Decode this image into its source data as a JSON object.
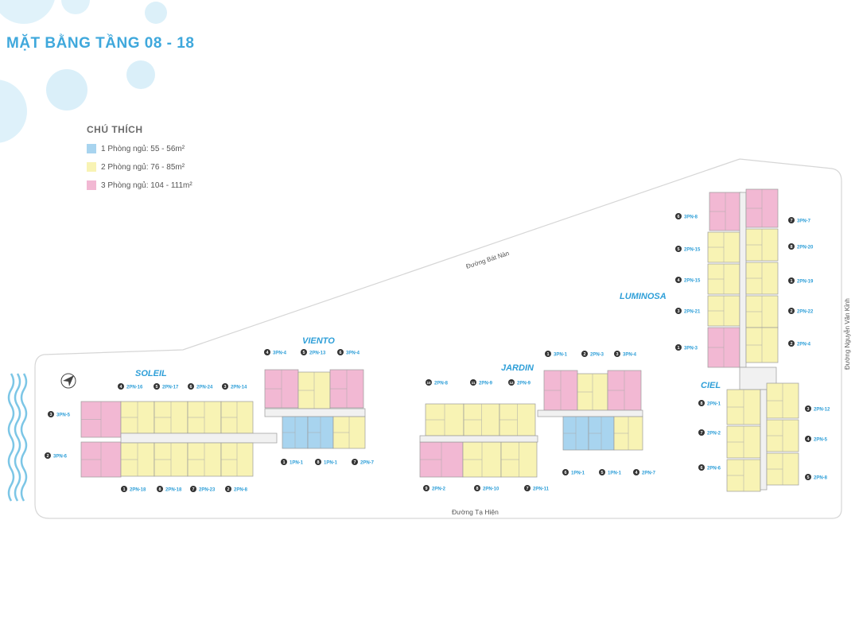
{
  "header": {
    "title": "MẶT BẰNG TẦNG 08 - 18"
  },
  "legend": {
    "title": "CHÚ THÍCH",
    "items": [
      {
        "label": "1 Phòng ngủ: 55 - 56m²",
        "color": "#a8d4ef"
      },
      {
        "label": "2 Phòng ngủ: 76 - 85m²",
        "color": "#f8f3b4"
      },
      {
        "label": "3 Phòng ngủ: 104 - 111m²",
        "color": "#f2b8d3"
      }
    ]
  },
  "streets": {
    "bat_nan": "Đường Bát Nàn",
    "ta_hien": "Đường Tạ Hiện",
    "nguyen_van_kinh": "Đường Nguyễn Văn Kỉnh"
  },
  "buildings": {
    "soleil": "SOLEIL",
    "viento": "VIENTO",
    "jardin": "JARDIN",
    "luminosa": "LUMINOSA",
    "ciel": "CIEL"
  },
  "units": [
    {
      "num": "4",
      "code": "2PN-16"
    },
    {
      "num": "5",
      "code": "2PN-17"
    },
    {
      "num": "6",
      "code": "2PN-24"
    },
    {
      "num": "3",
      "code": "2PN-14"
    },
    {
      "num": "3",
      "code": "3PN-5"
    },
    {
      "num": "2",
      "code": "3PN-6"
    },
    {
      "num": "1",
      "code": "2PN-18"
    },
    {
      "num": "8",
      "code": "2PN-18"
    },
    {
      "num": "7",
      "code": "2PN-23"
    },
    {
      "num": "2",
      "code": "2PN-8"
    },
    {
      "num": "4",
      "code": "3PN-4"
    },
    {
      "num": "5",
      "code": "2PN-13"
    },
    {
      "num": "6",
      "code": "3PN-4"
    },
    {
      "num": "1",
      "code": "1PN-1"
    },
    {
      "num": "8",
      "code": "1PN-1"
    },
    {
      "num": "7",
      "code": "2PN-7"
    },
    {
      "num": "1",
      "code": "3PN-1"
    },
    {
      "num": "2",
      "code": "2PN-3"
    },
    {
      "num": "3",
      "code": "3PN-4"
    },
    {
      "num": "10",
      "code": "2PN-8"
    },
    {
      "num": "11",
      "code": "2PN-9"
    },
    {
      "num": "12",
      "code": "2PN-9"
    },
    {
      "num": "9",
      "code": "2PN-2"
    },
    {
      "num": "8",
      "code": "2PN-10"
    },
    {
      "num": "7",
      "code": "2PN-11"
    },
    {
      "num": "6",
      "code": "1PN-1"
    },
    {
      "num": "5",
      "code": "1PN-1"
    },
    {
      "num": "4",
      "code": "2PN-7"
    },
    {
      "num": "6",
      "code": "3PN-8"
    },
    {
      "num": "5",
      "code": "2PN-15"
    },
    {
      "num": "4",
      "code": "2PN-15"
    },
    {
      "num": "3",
      "code": "2PN-21"
    },
    {
      "num": "1",
      "code": "3PN-3"
    },
    {
      "num": "7",
      "code": "3PN-7"
    },
    {
      "num": "8",
      "code": "2PN-20"
    },
    {
      "num": "1",
      "code": "2PN-19"
    },
    {
      "num": "2",
      "code": "2PN-22"
    },
    {
      "num": "2",
      "code": "2PN-4"
    },
    {
      "num": "8",
      "code": "2PN-1"
    },
    {
      "num": "7",
      "code": "2PN-2"
    },
    {
      "num": "6",
      "code": "2PN-6"
    },
    {
      "num": "3",
      "code": "2PN-12"
    },
    {
      "num": "4",
      "code": "2PN-5"
    },
    {
      "num": "5",
      "code": "2PN-8"
    }
  ]
}
